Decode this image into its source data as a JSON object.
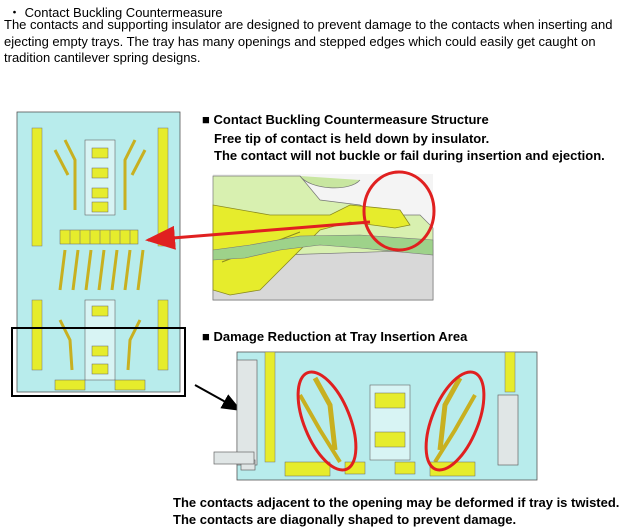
{
  "header": {
    "bullet": "・",
    "title": "Contact Buckling Countermeasure"
  },
  "intro": "The contacts and supporting insulator are designed to prevent damage to the contacts when inserting and ejecting empty trays. The tray has many openings and stepped edges which could easily get caught on tradition cantilever spring designs.",
  "section1": {
    "marker": "■",
    "title": "Contact Buckling Countermeasure Structure",
    "line1": "Free tip of contact is held down by insulator.",
    "line2": "The contact will not buckle or fail during insertion and ejection."
  },
  "section2": {
    "marker": "■",
    "title": "Damage Reduction at Tray Insertion Area"
  },
  "footer": {
    "line1": "The contacts adjacent to the opening may be deformed if tray is twisted.",
    "line2": "The contacts are diagonally shaped to prevent damage."
  },
  "colors": {
    "insulator": "#b8ecec",
    "contact": "#e6ec2c",
    "highlight": "#e02020",
    "outline": "#000000"
  }
}
